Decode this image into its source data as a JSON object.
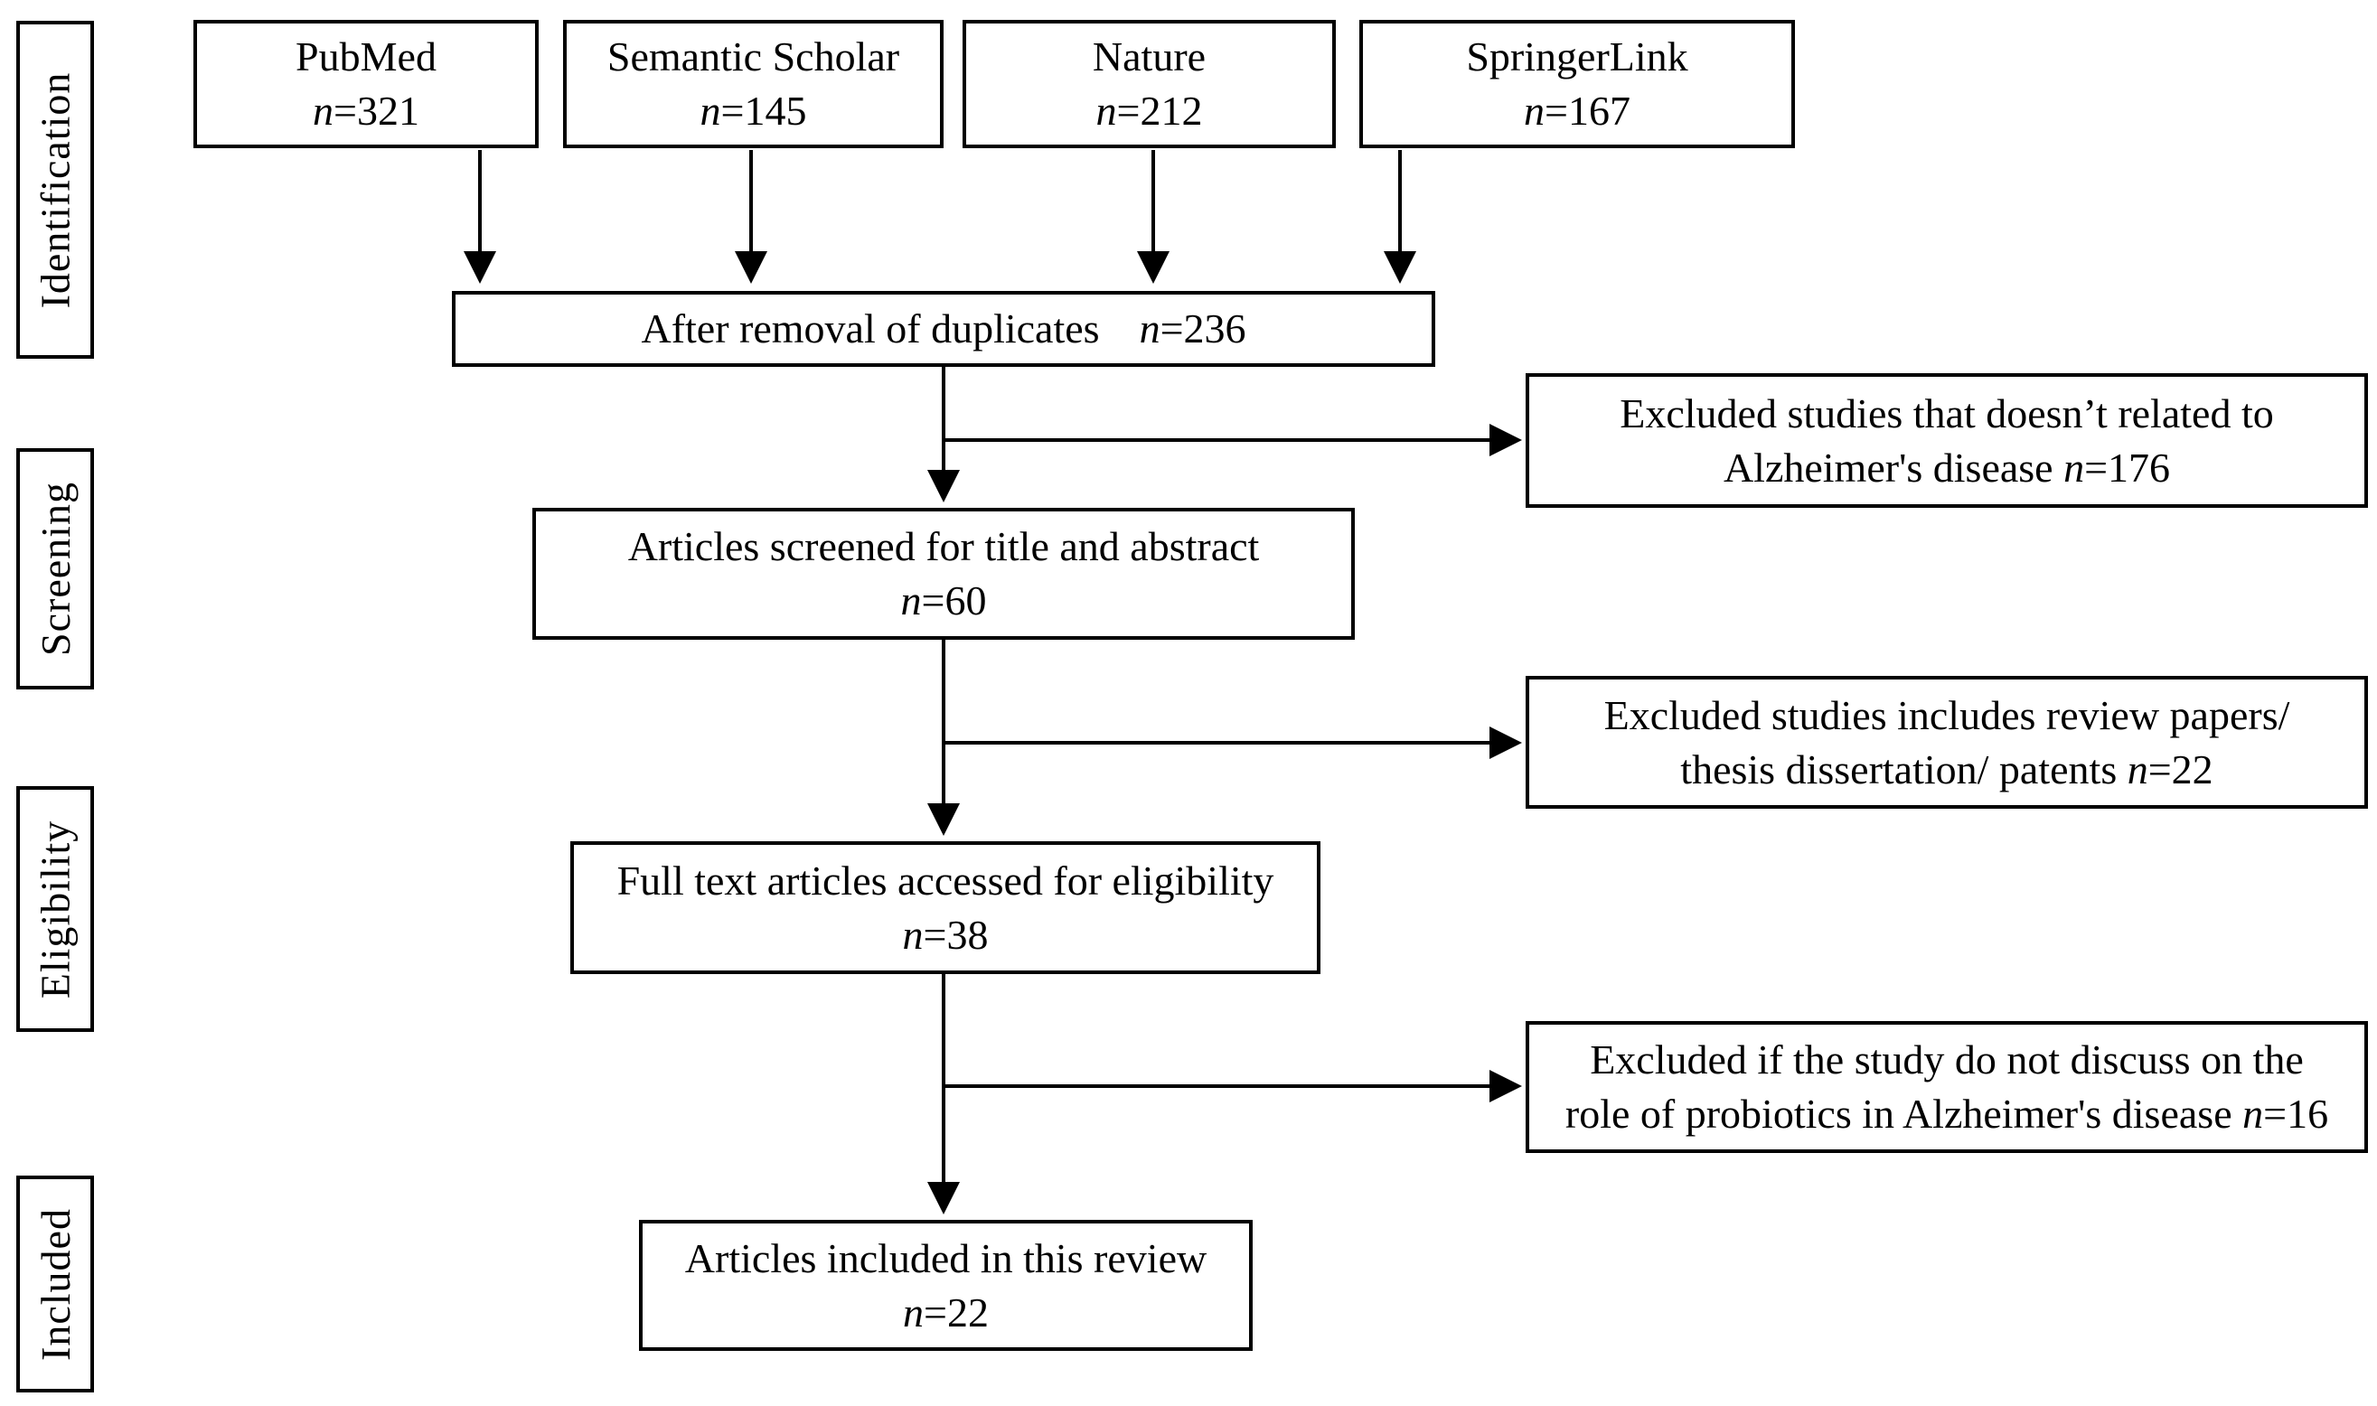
{
  "colors": {
    "line": "#000000",
    "background": "#ffffff",
    "text": "#000000"
  },
  "stages": [
    {
      "label": "Identification"
    },
    {
      "label": "Screening"
    },
    {
      "label": "Eligibility"
    },
    {
      "label": "Included"
    }
  ],
  "sources": [
    {
      "label": "PubMed",
      "n_label": "n",
      "n_value": "=321"
    },
    {
      "label": "Semantic Scholar",
      "n_label": "n",
      "n_value": "=145"
    },
    {
      "label": "Nature",
      "n_label": "n",
      "n_value": "=212"
    },
    {
      "label": "SpringerLink",
      "n_label": "n",
      "n_value": "=167"
    }
  ],
  "flow": {
    "dedup": {
      "text": "After removal of duplicates",
      "n_label": "n",
      "n_value": "=236"
    },
    "screened": {
      "text": "Articles screened for title and abstract",
      "n_label": "n",
      "n_value": "=60"
    },
    "fulltext": {
      "text": "Full text articles accessed for eligibility",
      "n_label": "n",
      "n_value": "=38"
    },
    "included": {
      "text": "Articles included in this review",
      "n_label": "n",
      "n_value": "=22"
    }
  },
  "exclusions": [
    {
      "line1": "Excluded studies that doesn’t related to",
      "line2": "Alzheimer's disease ",
      "n_label": "n",
      "n_value": "=176"
    },
    {
      "line1": "Excluded studies includes review papers/",
      "line2": "thesis dissertation/ patents ",
      "n_label": "n",
      "n_value": "=22"
    },
    {
      "line1": "Excluded if the study do not discuss on the",
      "line2": "role of probiotics in Alzheimer's disease ",
      "n_label": "n",
      "n_value": "=16"
    }
  ]
}
